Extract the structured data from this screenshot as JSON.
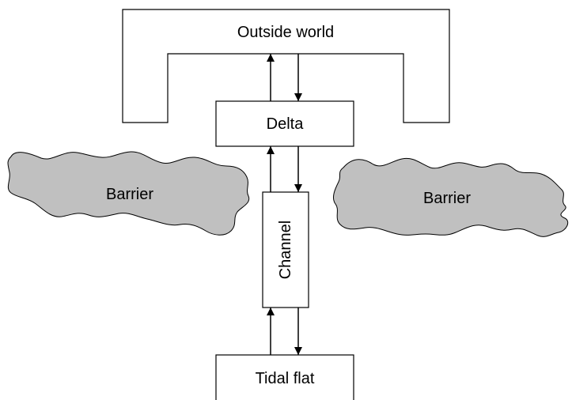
{
  "diagram": {
    "nodes": {
      "outside_world": "Outside world",
      "delta": "Delta",
      "channel": "Channel",
      "tidal_flat": "Tidal flat",
      "barrier_left": "Barrier",
      "barrier_right": "Barrier"
    },
    "edges": [
      {
        "from": "delta",
        "to": "outside_world",
        "direction": "up"
      },
      {
        "from": "outside_world",
        "to": "delta",
        "direction": "down"
      },
      {
        "from": "channel",
        "to": "delta",
        "direction": "up"
      },
      {
        "from": "delta",
        "to": "channel",
        "direction": "down"
      },
      {
        "from": "tidal_flat",
        "to": "channel",
        "direction": "up"
      },
      {
        "from": "channel",
        "to": "tidal_flat",
        "direction": "down"
      }
    ],
    "colors": {
      "barrier_fill": "#c0c0c0",
      "stroke": "#000000",
      "box_fill": "#ffffff"
    }
  }
}
